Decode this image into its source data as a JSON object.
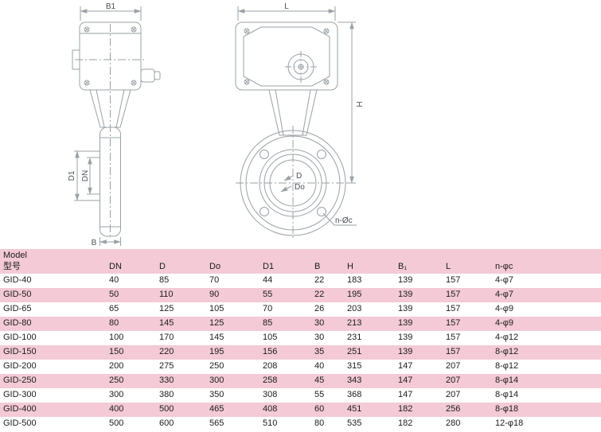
{
  "diagram": {
    "side_view": {
      "dim_width_top": "B1",
      "dim_d1": "D1",
      "dim_dn": "DN",
      "dim_b": "B"
    },
    "front_view": {
      "dim_l": "L",
      "dim_h": "H",
      "dim_d": "D",
      "dim_do": "Do",
      "dim_bolt": "n-Øc"
    }
  },
  "table": {
    "model_header_line1": "Model",
    "model_header_line2": "型号",
    "columns": [
      "DN",
      "D",
      "Do",
      "D1",
      "B",
      "H",
      "B₁",
      "L",
      "n-φc"
    ],
    "rows": [
      {
        "model": "GID-40",
        "values": [
          "40",
          "85",
          "70",
          "44",
          "22",
          "183",
          "139",
          "157",
          "4-φ7"
        ]
      },
      {
        "model": "GID-50",
        "values": [
          "50",
          "110",
          "90",
          "55",
          "22",
          "195",
          "139",
          "157",
          "4-φ7"
        ]
      },
      {
        "model": "GID-65",
        "values": [
          "65",
          "125",
          "105",
          "70",
          "26",
          "203",
          "139",
          "157",
          "4-φ9"
        ]
      },
      {
        "model": "GID-80",
        "values": [
          "80",
          "145",
          "125",
          "85",
          "30",
          "213",
          "139",
          "157",
          "4-φ9"
        ]
      },
      {
        "model": "GID-100",
        "values": [
          "100",
          "170",
          "145",
          "105",
          "30",
          "231",
          "139",
          "157",
          "4-φ12"
        ]
      },
      {
        "model": "GID-150",
        "values": [
          "150",
          "220",
          "195",
          "156",
          "35",
          "251",
          "139",
          "157",
          "8-φ12"
        ]
      },
      {
        "model": "GID-200",
        "values": [
          "200",
          "275",
          "250",
          "208",
          "40",
          "315",
          "147",
          "207",
          "8-φ12"
        ]
      },
      {
        "model": "GID-250",
        "values": [
          "250",
          "330",
          "300",
          "258",
          "45",
          "343",
          "147",
          "207",
          "8-φ14"
        ]
      },
      {
        "model": "GID-300",
        "values": [
          "300",
          "380",
          "350",
          "308",
          "55",
          "368",
          "147",
          "207",
          "8-φ14"
        ]
      },
      {
        "model": "GID-400",
        "values": [
          "400",
          "500",
          "465",
          "408",
          "60",
          "451",
          "182",
          "256",
          "8-φ18"
        ]
      },
      {
        "model": "GID-500",
        "values": [
          "500",
          "600",
          "565",
          "510",
          "80",
          "535",
          "182",
          "280",
          "12-φ18"
        ]
      }
    ]
  },
  "colors": {
    "stripe": "#f3cad6",
    "line": "#9aa0a6"
  }
}
